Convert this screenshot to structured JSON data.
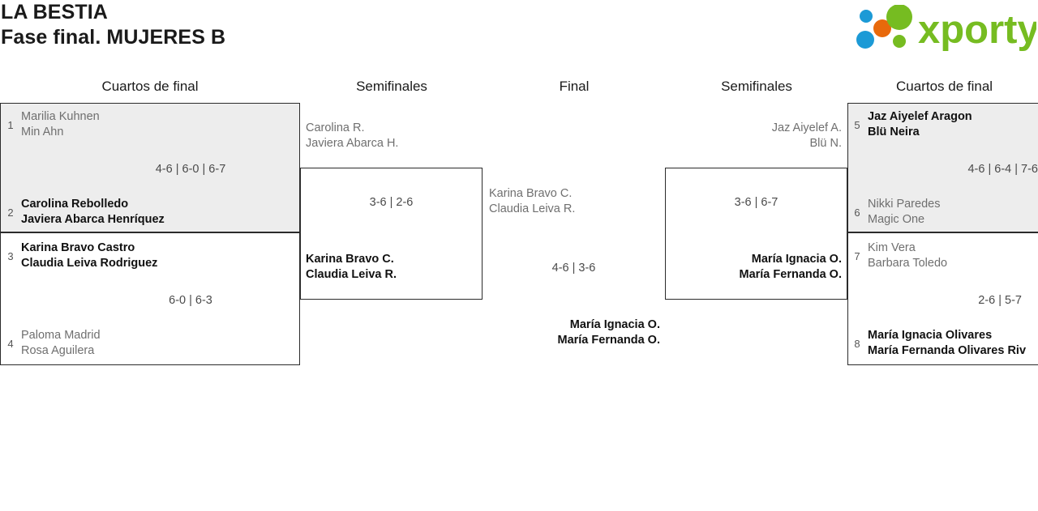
{
  "header": {
    "tournament": "LA BESTIA",
    "phase": "Fase final. MUJERES B",
    "logo_text": "xporty",
    "logo_colors": {
      "green": "#76bc21",
      "orange": "#e8690b",
      "blue": "#1c9ad6"
    }
  },
  "round_headers": {
    "left_quarters": "Cuartos de final",
    "left_semis": "Semifinales",
    "final": "Final",
    "right_semis": "Semifinales",
    "right_quarters": "Cuartos de final"
  },
  "bracket": {
    "left_quarterfinals": [
      {
        "score": "4-6 | 6-0 | 6-7",
        "top": {
          "seed": "1",
          "player1": "Marilia Kuhnen",
          "player2": "Min Ahn",
          "winner": false
        },
        "bottom": {
          "seed": "2",
          "player1": "Carolina Rebolledo",
          "player2": "Javiera Abarca Henríquez",
          "winner": true
        }
      },
      {
        "score": "6-0 | 6-3",
        "top": {
          "seed": "3",
          "player1": "Karina Bravo Castro",
          "player2": "Claudia Leiva Rodriguez",
          "winner": true
        },
        "bottom": {
          "seed": "4",
          "player1": "Paloma Madrid",
          "player2": "Rosa Aguilera",
          "winner": false
        }
      }
    ],
    "left_semifinal": {
      "score": "3-6 | 2-6",
      "top": {
        "player1": "Carolina R.",
        "player2": "Javiera Abarca H.",
        "winner": false
      },
      "bottom": {
        "player1": "Karina Bravo C.",
        "player2": "Claudia Leiva R.",
        "winner": true
      }
    },
    "final": {
      "score": "4-6 | 3-6",
      "top": {
        "player1": "Karina Bravo C.",
        "player2": "Claudia Leiva R.",
        "winner": false
      },
      "bottom": {
        "player1": "María Ignacia O.",
        "player2": "María Fernanda O.",
        "winner": true
      }
    },
    "right_semifinal": {
      "score": "3-6 | 6-7",
      "top": {
        "player1": "Jaz Aiyelef A.",
        "player2": "Blü N.",
        "winner": false
      },
      "bottom": {
        "player1": "María Ignacia O.",
        "player2": "María Fernanda O.",
        "winner": true
      }
    },
    "right_quarterfinals": [
      {
        "score": "4-6 | 6-4 | 7-6",
        "top": {
          "seed": "5",
          "player1": "Jaz Aiyelef Aragon",
          "player2": "Blü Neira",
          "winner": true
        },
        "bottom": {
          "seed": "6",
          "player1": "Nikki Paredes",
          "player2": "Magic One",
          "winner": false
        }
      },
      {
        "score": "2-6 | 5-7",
        "top": {
          "seed": "7",
          "player1": "Kim Vera",
          "player2": "Barbara Toledo",
          "winner": false
        },
        "bottom": {
          "seed": "8",
          "player1": "María Ignacia Olivares",
          "player2": "María Fernanda Olivares Riv",
          "winner": true
        }
      }
    ]
  }
}
